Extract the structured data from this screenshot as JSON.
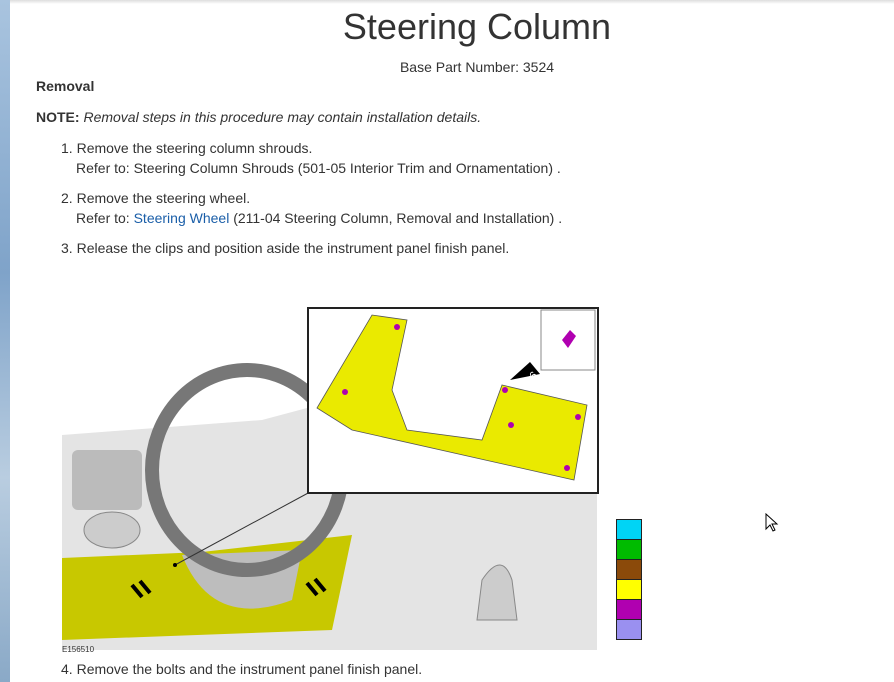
{
  "title": "Steering Column",
  "base_part_number": "Base Part Number: 3524",
  "section": "Removal",
  "note": {
    "label": "NOTE:",
    "text": "Removal steps in this procedure may contain installation details."
  },
  "steps": [
    {
      "num": "1.",
      "text": "Remove the steering column shrouds.",
      "refer_prefix": "Refer to: Steering Column Shrouds (501-05 Interior Trim and Ornamentation) ."
    },
    {
      "num": "2.",
      "text": "Remove the steering wheel.",
      "refer_prefix": "Refer to: ",
      "refer_link": "Steering Wheel",
      "refer_suffix": " (211-04 Steering Column, Removal and Installation) ."
    },
    {
      "num": "3.",
      "text": "Release the clips and position aside the instrument panel finish panel."
    },
    {
      "num": "4.",
      "text": "Remove the bolts and the instrument panel finish panel."
    }
  ],
  "figure": {
    "id": "E156510",
    "callout": "x6"
  },
  "legend_colors": [
    "#00d4f5",
    "#00bb00",
    "#8b4a0a",
    "#ffff00",
    "#b000b0",
    "#9a90f0"
  ],
  "link_color": "#1a5ea8"
}
